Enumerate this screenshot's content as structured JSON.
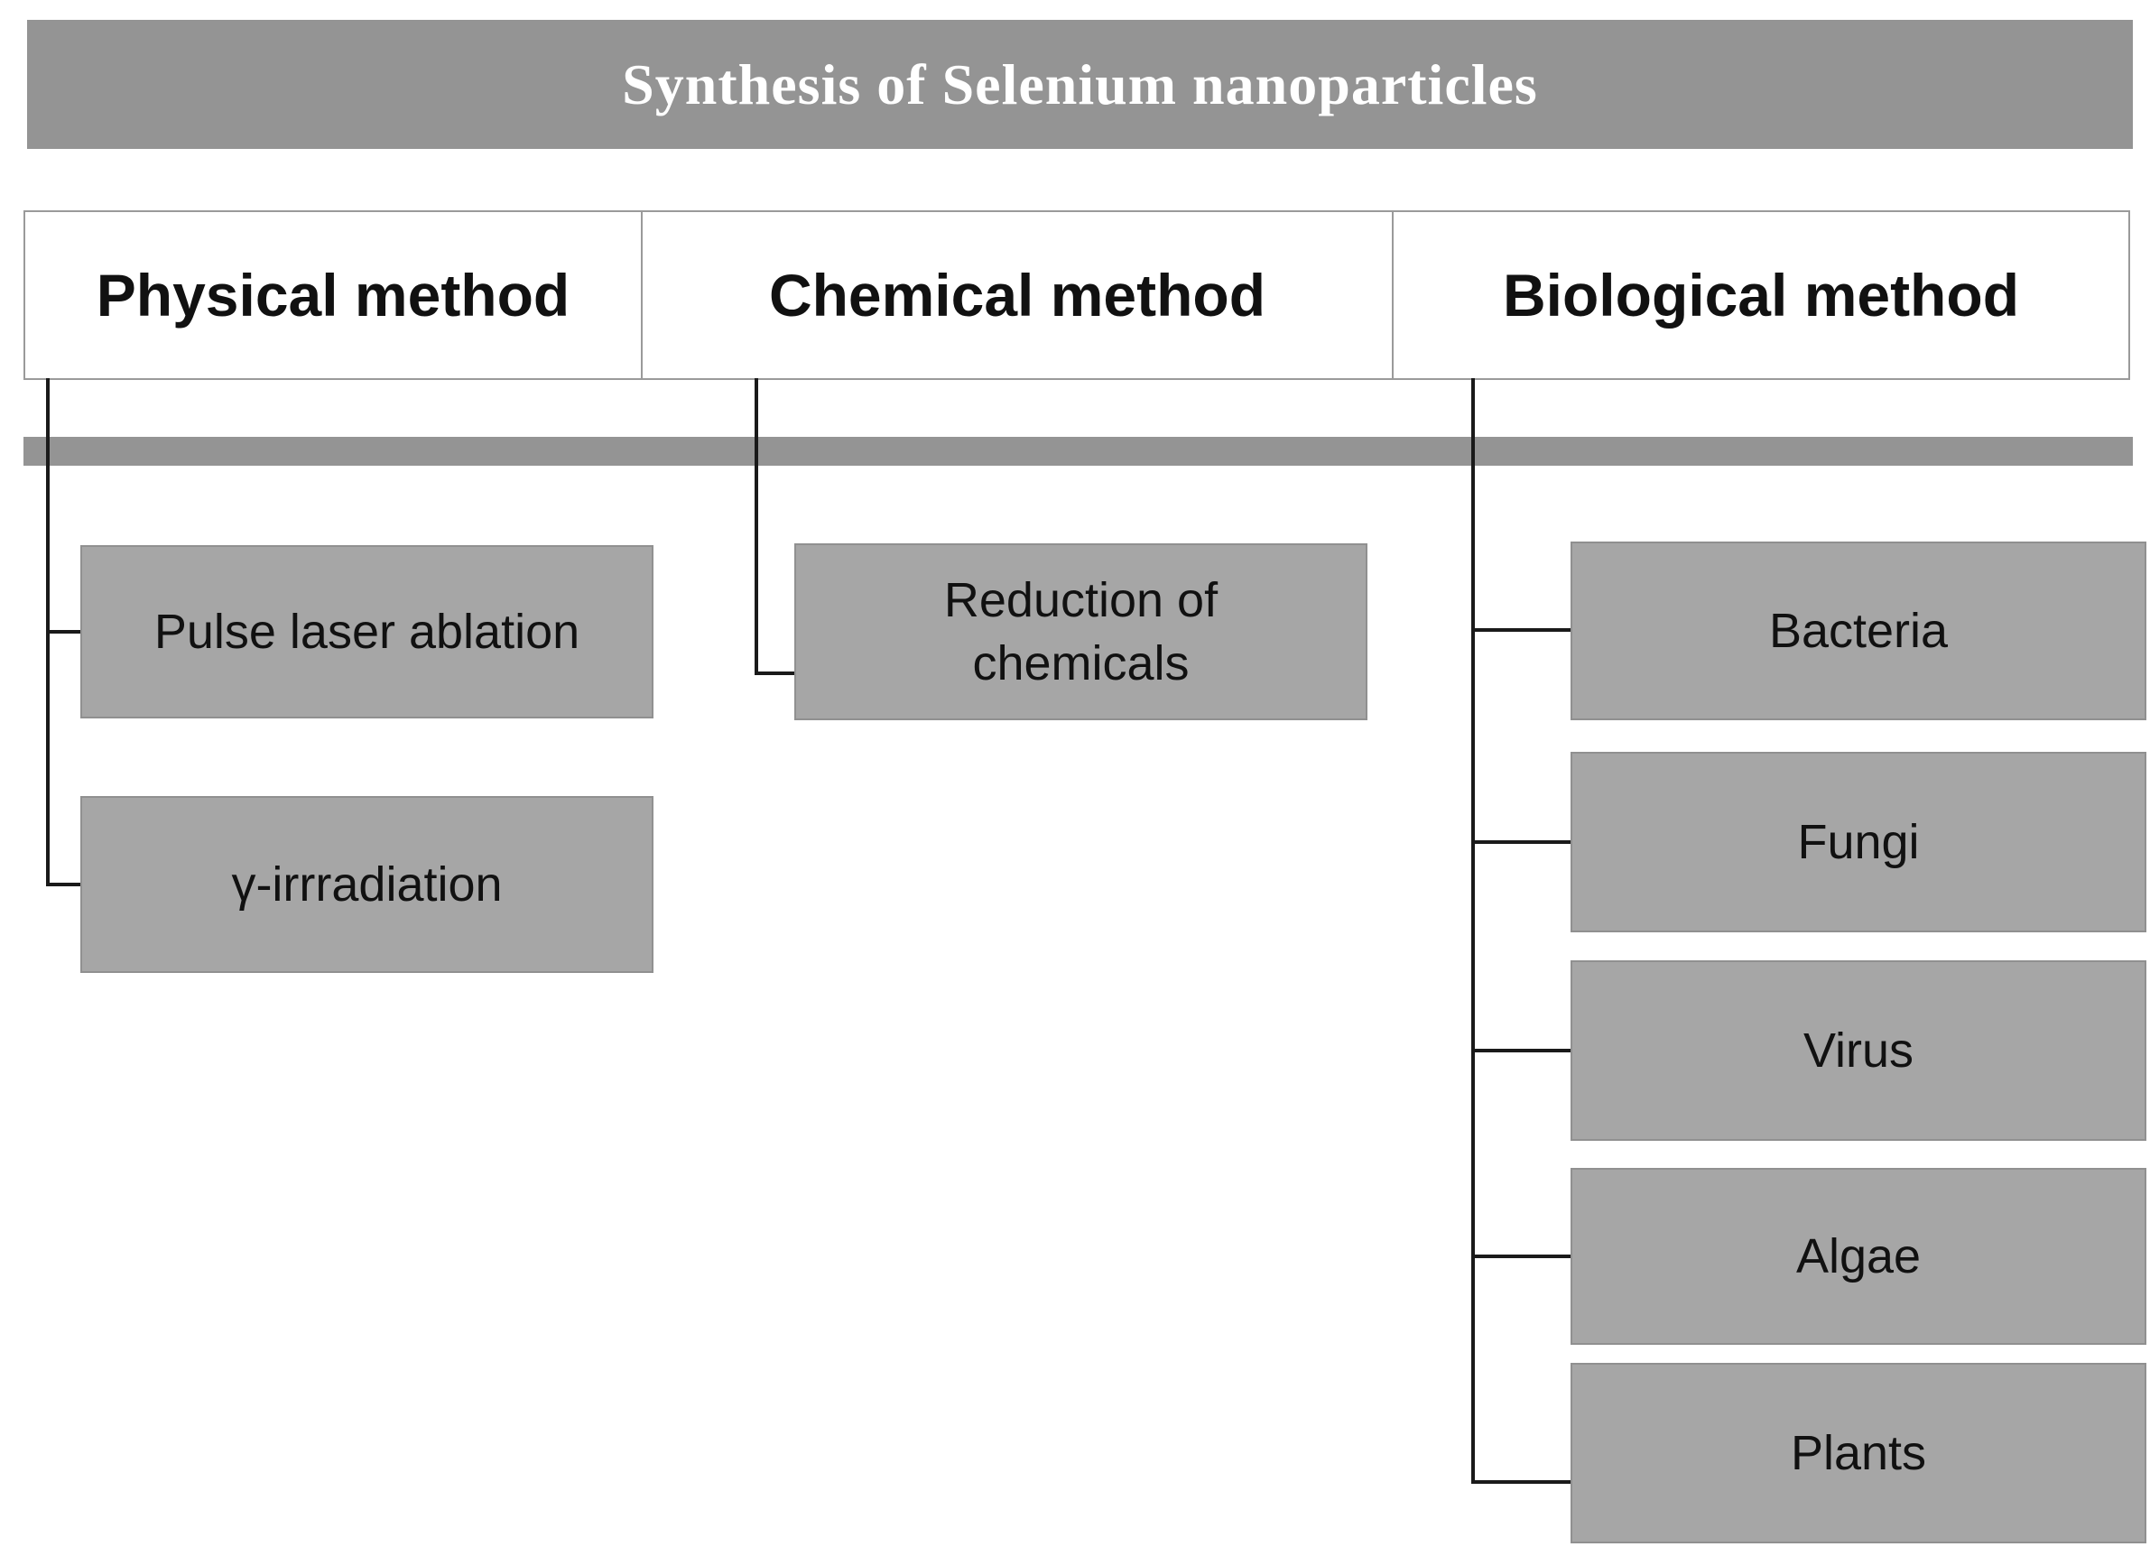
{
  "title": "Synthesis of Selenium nanoparticles",
  "header": {
    "physical": "Physical method",
    "chemical": "Chemical method",
    "biological": "Biological method"
  },
  "boxes": {
    "pulse": "Pulse laser ablation",
    "gamma": "γ-irrradiation",
    "reduction": "Reduction of chemicals",
    "bacteria": "Bacteria",
    "fungi": "Fungi",
    "virus": "Virus",
    "algae": "Algae",
    "plants": "Plants"
  },
  "colors": {
    "banner_gray": "#949494",
    "box_gray": "#a6a6a6",
    "connector_black": "#1a1a1a",
    "header_border_gray": "#9a9a9a",
    "text_black": "#111111",
    "title_text_white": "#ffffff"
  }
}
